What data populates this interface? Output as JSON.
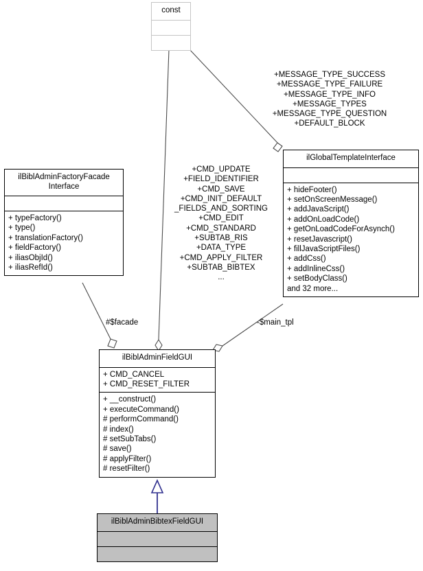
{
  "diagram": {
    "kind": "uml-collaboration-diagram",
    "background_color": "#ffffff",
    "inheritance_arrow_color": "#30308f",
    "association_line_color": "#4b4b4b",
    "highlight_fill_color": "#c0c0c0"
  },
  "classes": {
    "const": {
      "name": "const",
      "attributes": "",
      "operations": ""
    },
    "factory_facade": {
      "name": "ilBiblAdminFactoryFacade\nInterface",
      "attributes": "",
      "operations": "+ typeFactory()\n+ type()\n+ translationFactory()\n+ fieldFactory()\n+ iliasObjId()\n+ iliasRefId()"
    },
    "global_template": {
      "name": "ilGlobalTemplateInterface",
      "attributes": "",
      "operations": "+ hideFooter()\n+ setOnScreenMessage()\n+ addJavaScript()\n+ addOnLoadCode()\n+ getOnLoadCodeForAsynch()\n+ resetJavascript()\n+ fillJavaScriptFiles()\n+ addCss()\n+ addInlineCss()\n+ setBodyClass()\nand 32 more..."
    },
    "admin_field_gui": {
      "name": "ilBiblAdminFieldGUI",
      "attributes": "+ CMD_CANCEL\n+ CMD_RESET_FILTER",
      "operations": "+ __construct()\n+ executeCommand()\n# performCommand()\n# index()\n# setSubTabs()\n# save()\n# applyFilter()\n# resetFilter()"
    },
    "bibtex_field_gui": {
      "name": "ilBiblAdminBibtexFieldGUI",
      "attributes": "",
      "operations": ""
    }
  },
  "edge_labels": {
    "const_to_global_template": "+MESSAGE_TYPE_SUCCESS\n+MESSAGE_TYPE_FAILURE\n+MESSAGE_TYPE_INFO\n+MESSAGE_TYPES\n+MESSAGE_TYPE_QUESTION\n+DEFAULT_BLOCK",
    "const_to_field_gui": "+CMD_UPDATE\n+FIELD_IDENTIFIER\n+CMD_SAVE\n+CMD_INIT_DEFAULT\n_FIELDS_AND_SORTING\n+CMD_EDIT\n+CMD_STANDARD\n+SUBTAB_RIS\n+DATA_TYPE\n+CMD_APPLY_FILTER\n+SUBTAB_BIBTEX\n...",
    "facade_to_field_gui": "#$facade",
    "template_to_field_gui": "-$main_tpl"
  }
}
